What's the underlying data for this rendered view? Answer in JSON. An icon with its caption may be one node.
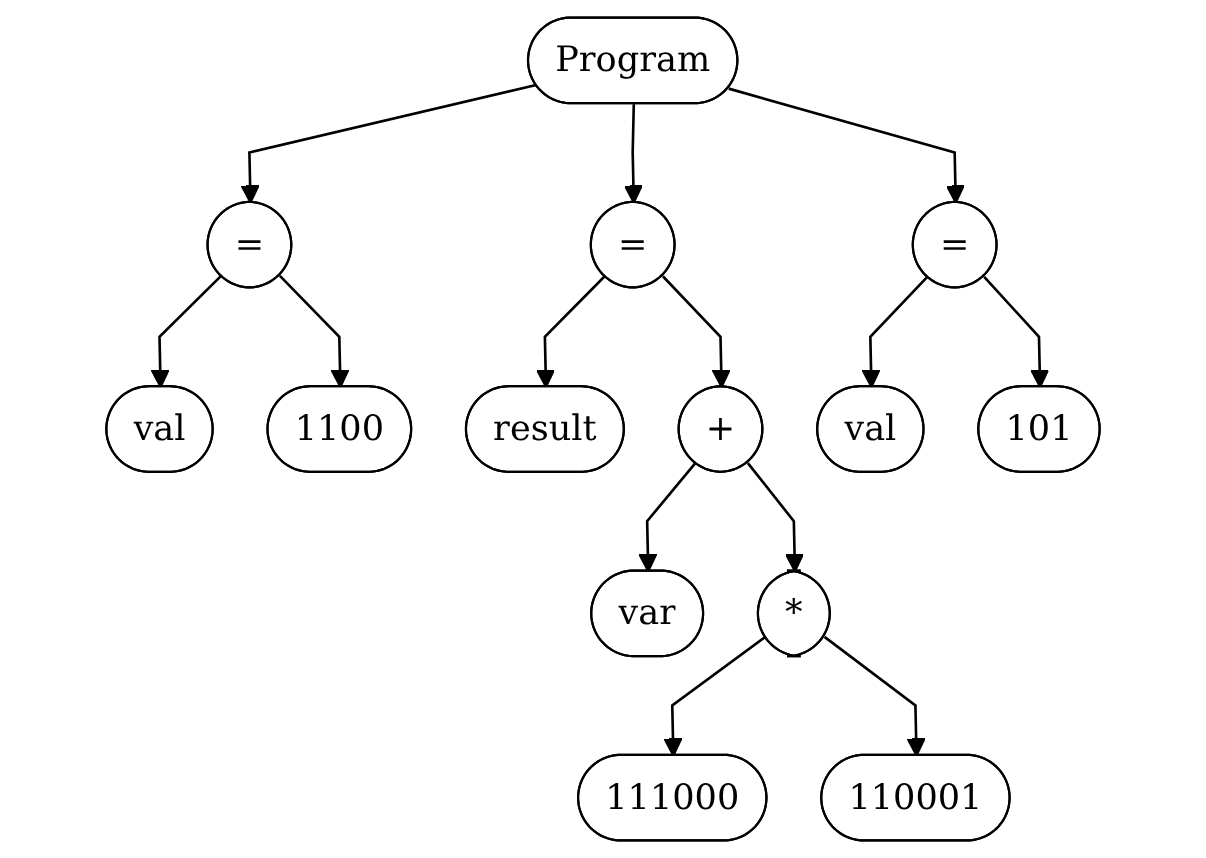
{
  "diagram": {
    "nodes": [
      {
        "text": [
          "Program"
        ]
      },
      {
        "text": [
          "="
        ]
      },
      {
        "text": [
          "="
        ]
      },
      {
        "text": [
          "="
        ]
      },
      {
        "text": [
          "val"
        ]
      },
      {
        "text": [
          "1100"
        ]
      },
      {
        "text": [
          "result"
        ]
      },
      {
        "text": [
          "+"
        ]
      },
      {
        "text": [
          "val"
        ]
      },
      {
        "text": [
          "101"
        ]
      },
      {
        "text": [
          "var"
        ]
      },
      {
        "text": [
          "*"
        ]
      },
      {
        "text": [
          "111000"
        ]
      },
      {
        "text": [
          "110001"
        ]
      }
    ],
    "edges": [
      {
        "from": 0,
        "to": 1,
        "arrow": "to"
      },
      {
        "from": 0,
        "to": 2,
        "arrow": "to"
      },
      {
        "from": 0,
        "to": 3,
        "arrow": "to"
      },
      {
        "from": 1,
        "to": 4,
        "arrow": "to"
      },
      {
        "from": 1,
        "to": 5,
        "arrow": "to"
      },
      {
        "from": 2,
        "to": 6,
        "arrow": "to"
      },
      {
        "from": 2,
        "to": 7,
        "arrow": "to"
      },
      {
        "from": 3,
        "to": 8,
        "arrow": "to"
      },
      {
        "from": 3,
        "to": 9,
        "arrow": "to"
      },
      {
        "from": 7,
        "to": 10,
        "arrow": "to"
      },
      {
        "from": 7,
        "to": 11,
        "arrow": "to"
      },
      {
        "from": 11,
        "to": 12,
        "arrow": "to"
      },
      {
        "from": 11,
        "to": 13,
        "arrow": "to"
      }
    ]
  }
}
